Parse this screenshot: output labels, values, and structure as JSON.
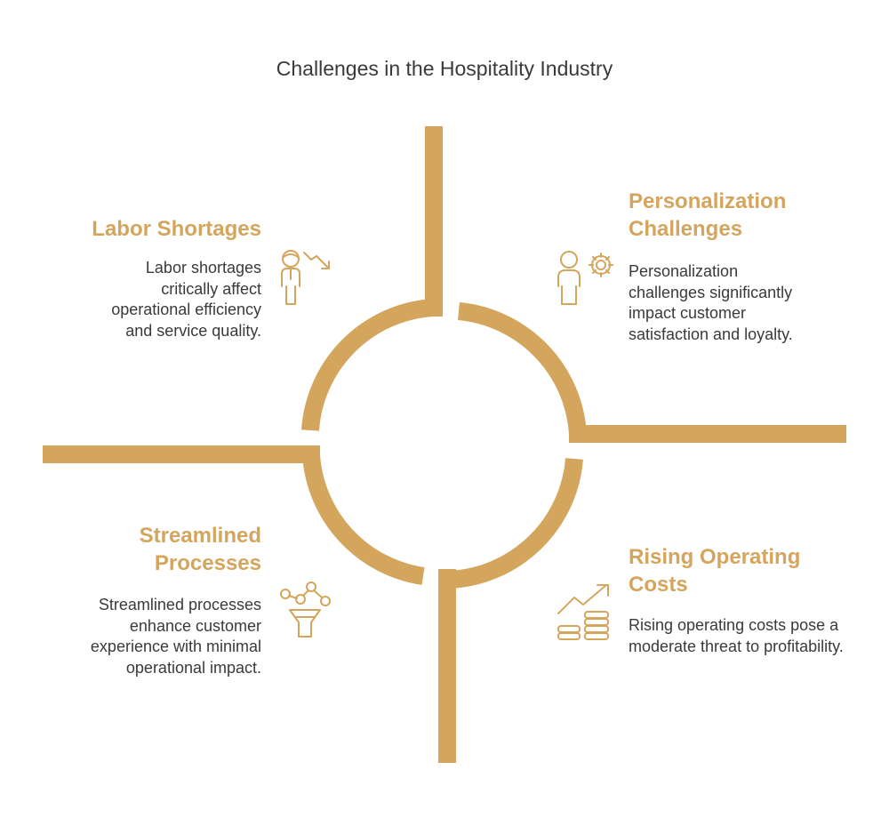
{
  "title": "Challenges in the Hospitality Industry",
  "colors": {
    "accent": "#d4a55d",
    "text": "#3a3a3a",
    "background": "#ffffff"
  },
  "quadrants": [
    {
      "heading": "Labor Shortages",
      "description": "Labor shortages critically affect operational efficiency and service quality.",
      "icon": "worker-decline-icon"
    },
    {
      "heading": "Personalization Challenges",
      "description": "Personalization challenges significantly impact customer satisfaction and loyalty.",
      "icon": "person-gear-icon"
    },
    {
      "heading": "Streamlined Processes",
      "description": "Streamlined processes enhance customer experience with minimal operational impact.",
      "icon": "funnel-nodes-icon"
    },
    {
      "heading": "Rising Operating Costs",
      "description": "Rising operating costs pose a moderate threat to profitability.",
      "icon": "rising-coins-icon"
    }
  ]
}
